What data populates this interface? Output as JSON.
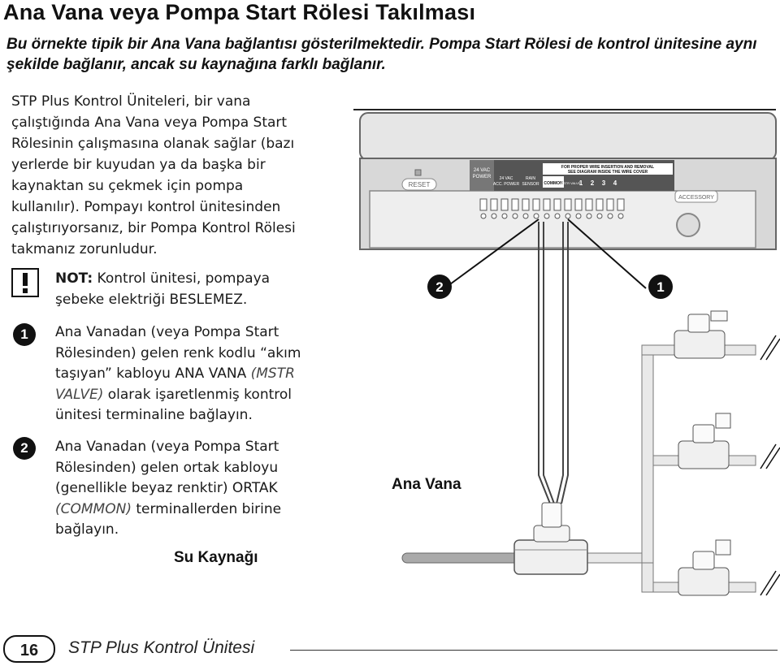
{
  "page": {
    "title": "Ana Vana veya Pompa Start Rölesi Takılması",
    "subtitle": "Bu örnekte tipik bir Ana Vana bağlantısı gösterilmektedir. Pompa Start Rölesi de kontrol ünitesine aynı şekilde bağlanır, ancak su kaynağına farklı bağlanır."
  },
  "intro": "STP Plus Kontrol Üniteleri, bir vana çalıştığında Ana Vana veya Pompa Start Rölesinin çalışmasına olanak sağlar (bazı yerlerde bir kuyudan ya da başka bir kaynaktan su çekmek için pompa kullanılır). Pompayı kontrol ünitesinden çalıştırıyorsanız, bir Pompa Kontrol Rölesi takmanız zorunludur.",
  "note": {
    "icon": "exclamation-icon",
    "label": "NOT:",
    "text": " Kontrol ünitesi, pompaya şebeke elektriği BESLEMEZ."
  },
  "steps": [
    {
      "number": "1",
      "text_a": "Ana Vanadan (veya Pompa Start Rölesinden) gelen renk kodlu “akım taşıyan” kabloyu ANA VANA ",
      "text_italic": "(MSTR VALVE)",
      "text_b": " olarak işaretlenmiş kontrol ünitesi terminaline bağlayın."
    },
    {
      "number": "2",
      "text_a": "Ana Vanadan (veya Pompa Start Rölesinden) gelen ortak kabloyu (genellikle beyaz renktir) ORTAK ",
      "text_italic": "(COMMON)",
      "text_b": " terminallerden birine bağlayın."
    }
  ],
  "diagram": {
    "label_main_valve": "Ana Vana",
    "label_water_source": "Su Kaynağı",
    "callout_1": "1",
    "callout_2": "2",
    "controller": {
      "reset": "RESET",
      "accessory": "ACCESSORY",
      "power_label_1": "24 VAC",
      "power_label_2": "POWER",
      "acc_label_1": "24 VAC",
      "acc_label_2": "ACC. POWER",
      "rain_label_1": "RAIN",
      "rain_label_2": "SENSOR",
      "common": "COMMON",
      "mstr": "MSTR VALVE",
      "warning_line_1": "FOR PROPER WIRE INSERTION AND REMOVAL",
      "warning_line_2": "SEE DIAGRAM INSIDE THE WIRE COVER",
      "stations": [
        "1",
        "2",
        "3",
        "4"
      ]
    }
  },
  "footer": {
    "page_number": "16",
    "title": "STP Plus Kontrol Ünitesi"
  }
}
